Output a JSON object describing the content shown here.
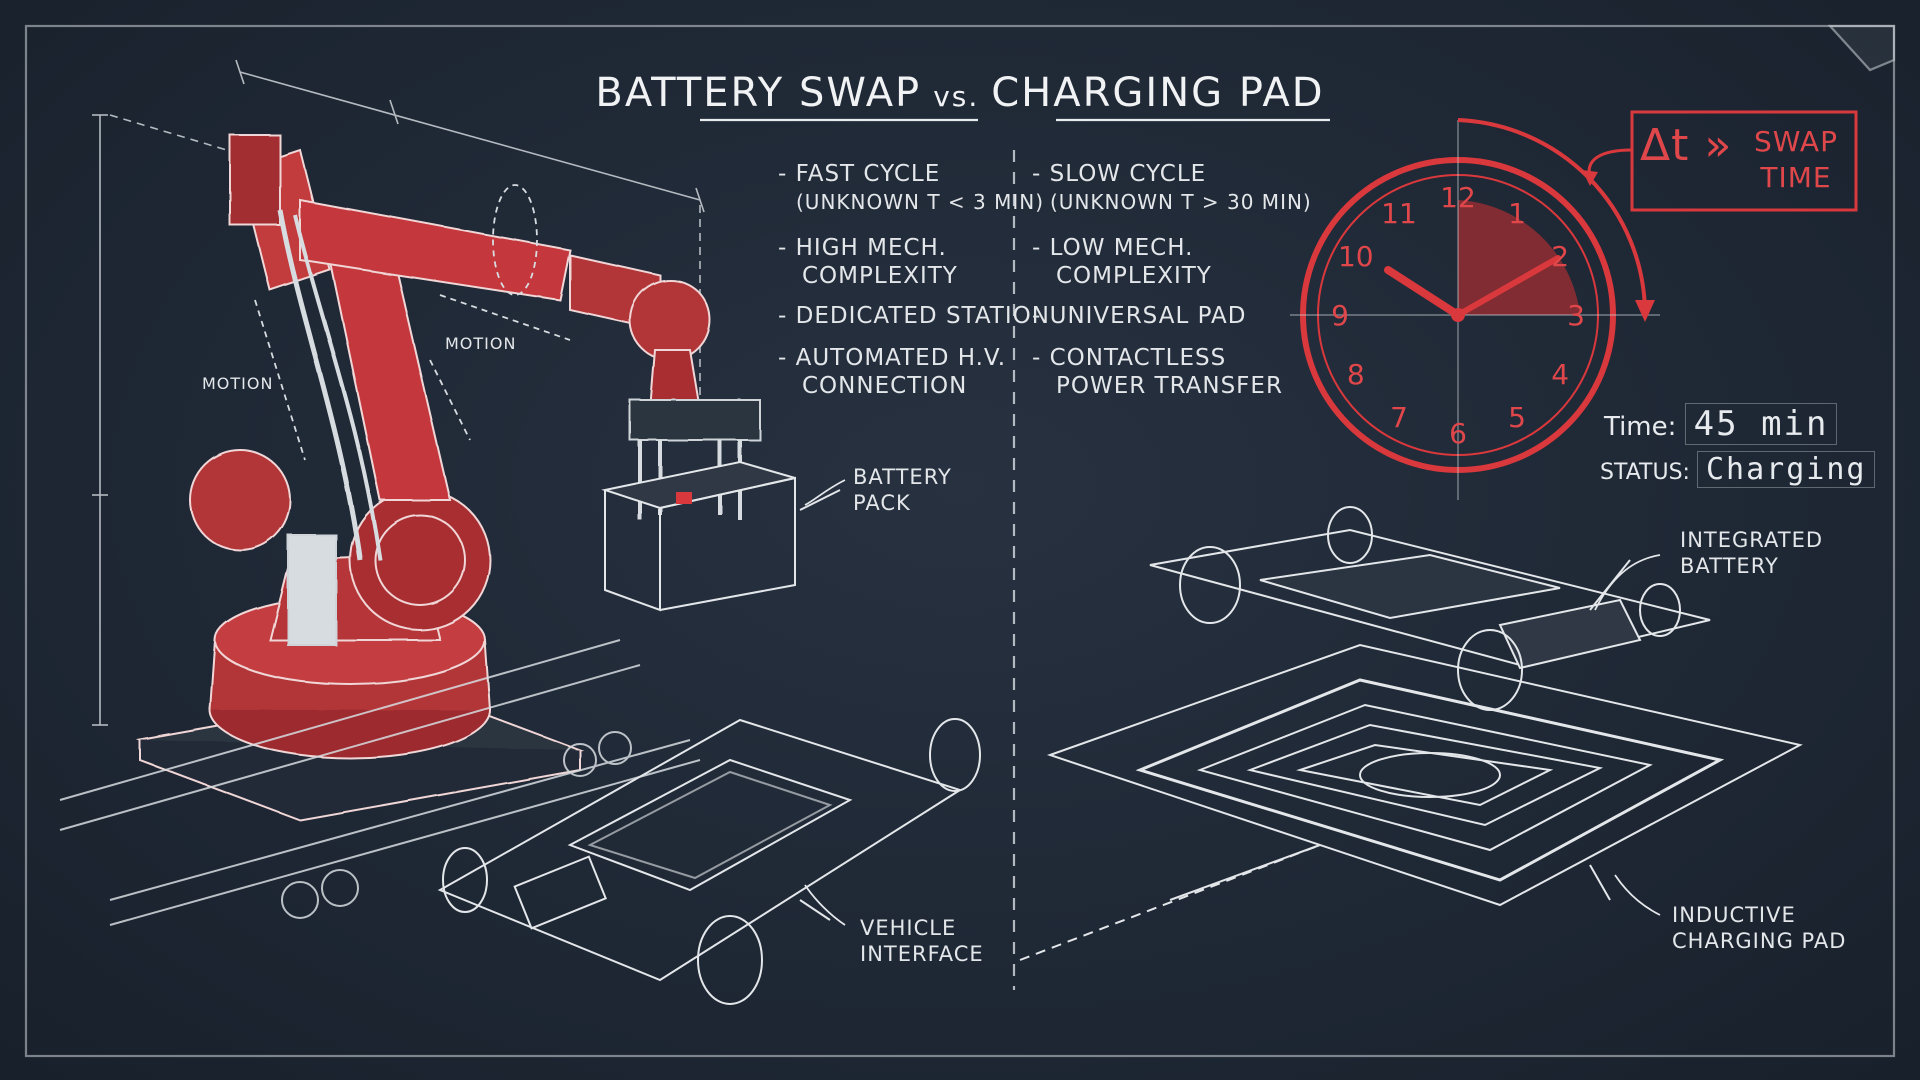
{
  "title": {
    "left": "Battery Swap",
    "vs": "vs.",
    "right": "Charging Pad"
  },
  "swap_points": [
    {
      "line1": "- Fast cycle",
      "line2": "(unknown t < 3 min)"
    },
    {
      "line1": "- High mech.",
      "line2": "complexity"
    },
    {
      "line1": "- Dedicated station",
      "line2": ""
    },
    {
      "line1": "- Automated H.V.",
      "line2": "connection"
    }
  ],
  "pad_points": [
    {
      "line1": "- Slow cycle",
      "line2": "(unknown t > 30 min)"
    },
    {
      "line1": "- Low mech.",
      "line2": "complexity"
    },
    {
      "line1": "- Universal pad",
      "line2": ""
    },
    {
      "line1": "- Contactless",
      "line2": "power transfer"
    }
  ],
  "labels": {
    "motion_1": "Motion",
    "motion_2": "Motion",
    "battery_pack": [
      "Battery",
      "pack"
    ],
    "vehicle_interface": [
      "Vehicle",
      "interface"
    ],
    "integrated_battery": [
      "Integrated",
      "battery"
    ],
    "inductive_pad": [
      "Inductive",
      "charging pad"
    ]
  },
  "callout": {
    "delta": "Δt",
    "chevrons": "»",
    "text": [
      "Swap",
      "time"
    ]
  },
  "clock": {
    "numbers": [
      "12",
      "1",
      "2",
      "3",
      "4",
      "5",
      "6",
      "7",
      "8",
      "9",
      "10",
      "11"
    ],
    "hour": 2,
    "minute": 10
  },
  "readout": {
    "time_label": "Time:",
    "time_value": "45 min",
    "status_label": "Status:",
    "status_value": "Charging"
  },
  "colors": {
    "chalk": "#e4e7ea",
    "accent": "#d9383c",
    "board": "#1f2835"
  }
}
